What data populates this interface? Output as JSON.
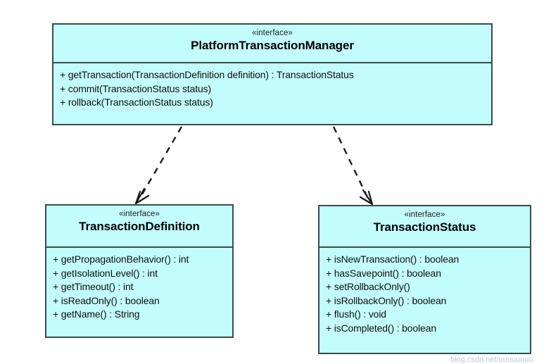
{
  "diagram": {
    "title": "Spring PlatformTransactionManager UML class diagram",
    "type": "uml-class-diagram",
    "background_color": "#ffffff",
    "box_fill_color": "#c2fcfc",
    "box_border_color": "#3c4b4b",
    "connector_color": "#1a1a1a",
    "stereotype_label": "«interface»"
  },
  "classes": [
    {
      "id": "platform-transaction-manager",
      "stereotype": "«interface»",
      "name": "PlatformTransactionManager",
      "members": [
        "+ getTransaction(TransactionDefinition definition) : TransactionStatus",
        "+ commit(TransactionStatus status)",
        "+ rollback(TransactionStatus status)"
      ]
    },
    {
      "id": "transaction-definition",
      "stereotype": "«interface»",
      "name": "TransactionDefinition",
      "members": [
        "+ getPropagationBehavior() : int",
        "+ getIsolationLevel() : int",
        "+ getTimeout() : int",
        "+ isReadOnly() : boolean",
        "+ getName() : String"
      ]
    },
    {
      "id": "transaction-status",
      "stereotype": "«interface»",
      "name": "TransactionStatus",
      "members": [
        "+ isNewTransaction() : boolean",
        "+ hasSavepoint() : boolean",
        "+ setRollbackOnly()",
        "+ isRollbackOnly() : boolean",
        "+ flush() : void",
        "+ isCompleted() : boolean"
      ]
    }
  ],
  "connectors": [
    {
      "id": "ptm-to-transaction-definition",
      "style": "dashed",
      "arrowhead": "open",
      "from": "platform-transaction-manager",
      "to": "transaction-definition"
    },
    {
      "id": "ptm-to-transaction-status",
      "style": "dashed",
      "arrowhead": "open",
      "from": "platform-transaction-manager",
      "to": "transaction-status"
    }
  ],
  "watermark": {
    "text": "blog.csdn.net/uuuuuuuu"
  }
}
